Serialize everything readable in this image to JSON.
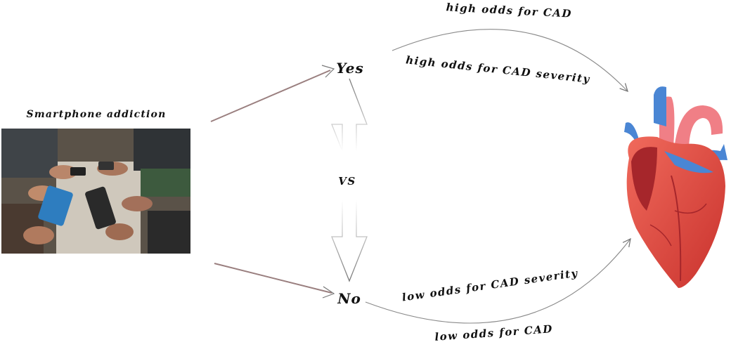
{
  "input": {
    "caption": "Smartphone addiction"
  },
  "branches": {
    "yes_label": "Yes",
    "no_label": "No",
    "versus_label": "VS"
  },
  "outcomes": {
    "yes_top": "high odds for CAD",
    "yes_bottom": "high odds for CAD severity",
    "no_top": "low odds for CAD severity",
    "no_bottom": "low odds for CAD"
  },
  "icons": {
    "photo": "people-holding-smartphones-photo",
    "heart": "anatomical-heart-icon"
  },
  "colors": {
    "text": "#111111",
    "arrow_gray": "#8a8a8a",
    "input_arrow": "#9a7f7f",
    "heart_red": "#e2453c",
    "heart_vessel_blue": "#4a86d4",
    "heart_vessel_pink": "#f07f86"
  }
}
